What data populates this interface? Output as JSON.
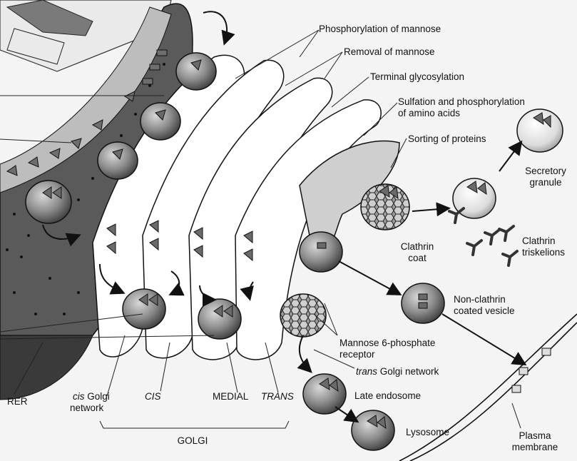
{
  "labels": {
    "phosphorylation_mannose": "Phosphorylation of mannose",
    "removal_mannose": "Removal of mannose",
    "terminal_glycosylation": "Terminal glycosylation",
    "sulfation_line1": "Sulfation and phosphorylation",
    "sulfation_line2": "of amino acids",
    "sorting_proteins": "Sorting of proteins",
    "secretory_line1": "Secretory",
    "secretory_line2": "granule",
    "clathrin_line1": "Clathrin",
    "clathrin_line2": "coat",
    "triskelions_line1": "Clathrin",
    "triskelions_line2": "triskelions",
    "nonclathrin_line1": "Non-clathrin",
    "nonclathrin_line2": "coated vesicle",
    "m6p_line1": "Mannose 6-phosphate",
    "m6p_line2": "receptor",
    "trans_golgi_network_italic": "trans",
    "trans_golgi_network_rest": " Golgi network",
    "late_endosome": "Late endosome",
    "lysosome": "Lysosome",
    "plasma_line1": "Plasma",
    "plasma_line2": "membrane",
    "rer": "RER",
    "cis_network_italic": "cis",
    "cis_network_rest": " Golgi",
    "cis_network_line2": "network",
    "cis": "CIS",
    "medial": "MEDIAL",
    "trans": "TRANS",
    "golgi": "GOLGI"
  },
  "colors": {
    "background": "#f4f4f4",
    "rer_fill": "#5a5a5a",
    "cisterna_fill": "#ffffff",
    "vesicle_fill": "#8a8a8a",
    "cargo_fill": "#707070",
    "line": "#111111"
  }
}
